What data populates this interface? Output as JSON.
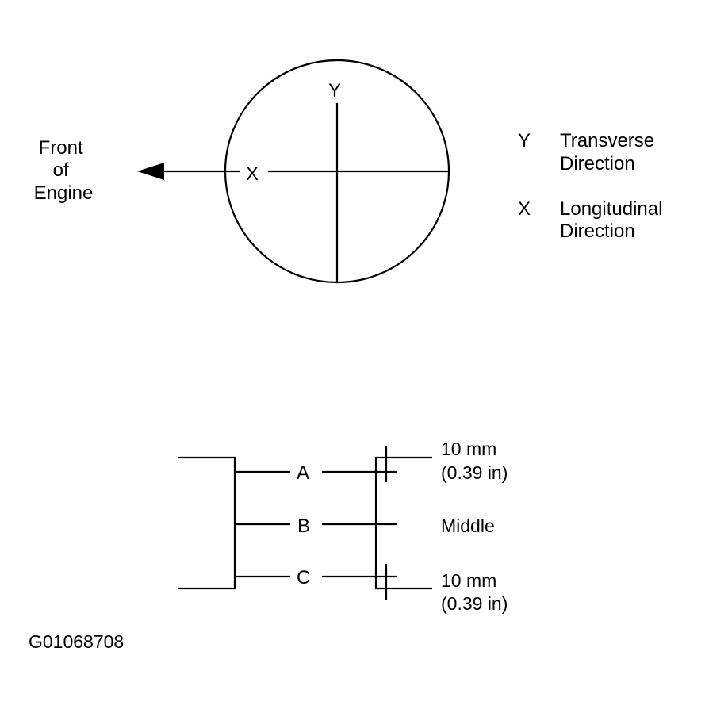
{
  "bore_diagram": {
    "front_label": [
      "Front",
      "of",
      "Engine"
    ],
    "axis_y": "Y",
    "axis_x": "X"
  },
  "legend": [
    {
      "key": "Y",
      "lines": [
        "Transverse",
        "Direction"
      ]
    },
    {
      "key": "X",
      "lines": [
        "Longitudinal",
        "Direction"
      ]
    }
  ],
  "position_diagram": {
    "points": [
      "A",
      "B",
      "C"
    ],
    "top_offset": [
      "10 mm",
      "(0.39 in)"
    ],
    "middle": "Middle",
    "bottom_offset": [
      "10 mm",
      "(0.39 in)"
    ]
  },
  "figure_id": "G01068708",
  "colors": {
    "ink": "#000000",
    "background": "#ffffff"
  }
}
